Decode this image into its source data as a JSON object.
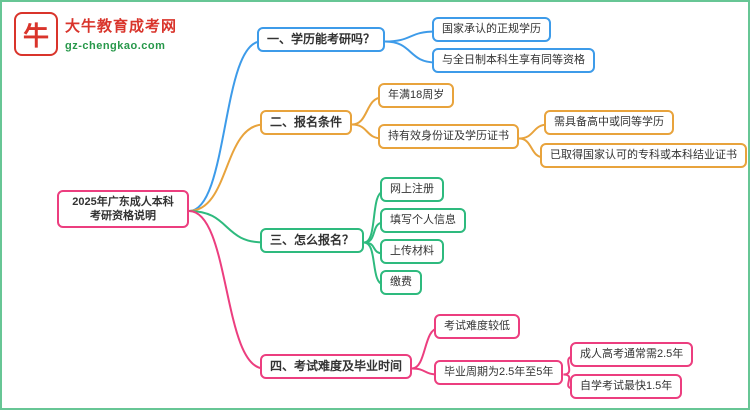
{
  "logo": {
    "icon_char": "牛",
    "title": "大牛教育成考网",
    "subtitle": "gz-chengkao.com"
  },
  "root": {
    "label": "2025年广东成人本科考研资格说明"
  },
  "branches": [
    {
      "label": "一、学历能考研吗？",
      "color": "#3d9be9",
      "children": [
        {
          "label": "国家承认的正规学历"
        },
        {
          "label": "与全日制本科生享有同等资格"
        }
      ]
    },
    {
      "label": "二、报名条件",
      "color": "#e8a33c",
      "children": [
        {
          "label": "年满18周岁"
        },
        {
          "label": "持有效身份证及学历证书",
          "children": [
            {
              "label": "需具备高中或同等学历"
            },
            {
              "label": "已取得国家认可的专科或本科结业证书"
            }
          ]
        }
      ]
    },
    {
      "label": "三、怎么报名？",
      "color": "#2eba7e",
      "children": [
        {
          "label": "网上注册"
        },
        {
          "label": "填写个人信息"
        },
        {
          "label": "上传材料"
        },
        {
          "label": "缴费"
        }
      ]
    },
    {
      "label": "四、考试难度及毕业时间",
      "color": "#ec3e7f",
      "children": [
        {
          "label": "考试难度较低"
        },
        {
          "label": "毕业周期为2.5年至5年",
          "children": [
            {
              "label": "成人高考通常需2.5年"
            },
            {
              "label": "自学考试最快1.5年"
            }
          ]
        }
      ]
    }
  ],
  "colors": {
    "blue": "#3d9be9",
    "orange": "#e8a33c",
    "green": "#2eba7e",
    "pink": "#ec3e7f",
    "root": "#ec3e7f",
    "logo_red": "#d9342b",
    "logo_green": "#27984a",
    "frame_green": "#67c695",
    "text": "#333333"
  }
}
